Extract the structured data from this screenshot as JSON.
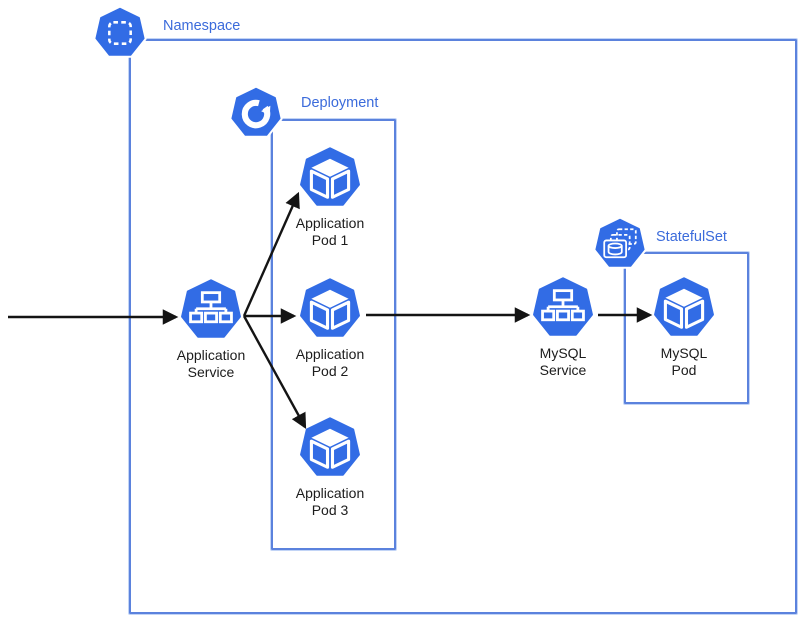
{
  "groups": {
    "namespace": {
      "label": "Namespace",
      "icon": "namespace-heptagon-icon"
    },
    "deployment": {
      "label": "Deployment",
      "icon": "deployment-heptagon-icon"
    },
    "statefulset": {
      "label": "StatefulSet",
      "icon": "statefulset-heptagon-icon"
    }
  },
  "nodes": {
    "app_service": {
      "label1": "Application",
      "label2": "Service",
      "icon": "service-heptagon-icon"
    },
    "app_pod_1": {
      "label1": "Application",
      "label2": "Pod 1",
      "icon": "pod-heptagon-icon"
    },
    "app_pod_2": {
      "label1": "Application",
      "label2": "Pod 2",
      "icon": "pod-heptagon-icon"
    },
    "app_pod_3": {
      "label1": "Application",
      "label2": "Pod 3",
      "icon": "pod-heptagon-icon"
    },
    "mysql_service": {
      "label1": "MySQL",
      "label2": "Service",
      "icon": "service-heptagon-icon"
    },
    "mysql_pod": {
      "label1": "MySQL",
      "label2": "Pod",
      "icon": "pod-heptagon-icon"
    }
  },
  "colors": {
    "kubernetes_blue": "#326CE5",
    "box_border_blue": "#5B82DD",
    "group_label_blue": "#3B6BDB",
    "node_label_black": "#1C1C1C",
    "arrow_black": "#141414",
    "background": "#FFFFFF"
  }
}
